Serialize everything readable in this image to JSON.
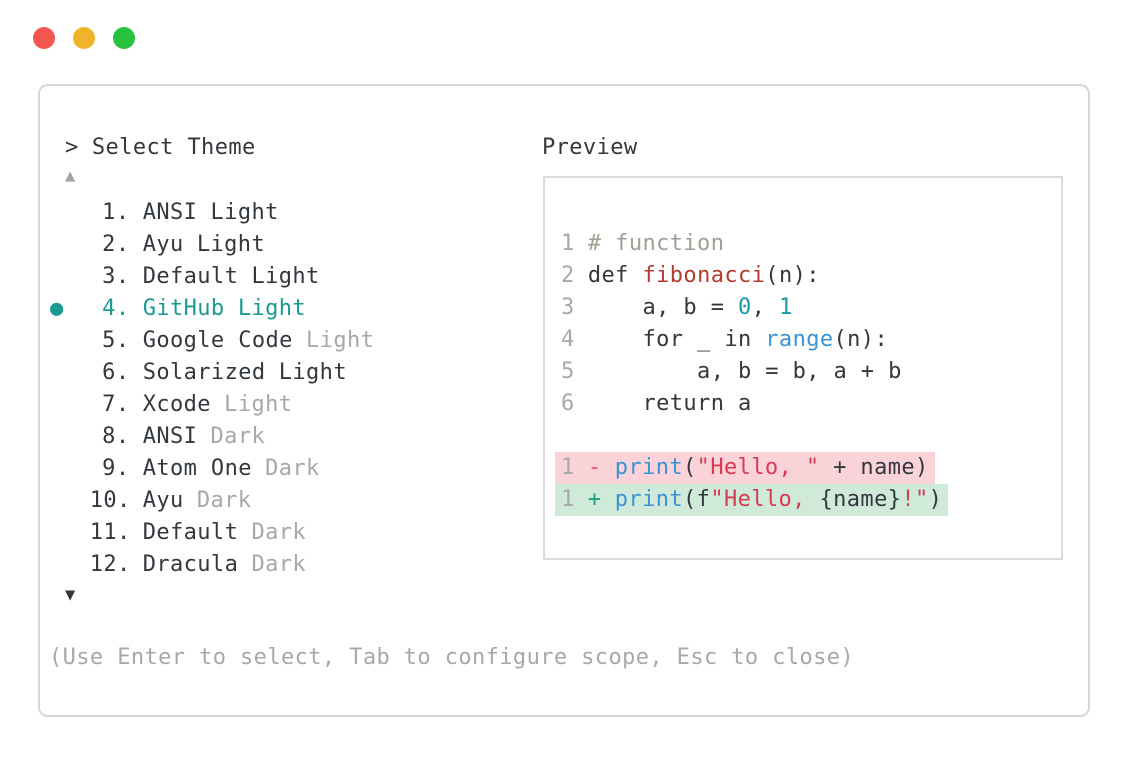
{
  "traffic_lights": {
    "red": "#f4574f",
    "yellow": "#f0b42a",
    "green": "#28c33e"
  },
  "colors": {
    "text": "#33383e",
    "muted": "#a6a8aa",
    "accent_teal": "#1a9a90",
    "comment": "#9aa294",
    "function_red": "#b13c31",
    "number_teal": "#1898a8",
    "blue": "#3b93d4",
    "string_red": "#d93a52",
    "plus_green": "#18a07b",
    "minus_red": "#e05a64",
    "added_bg": "#d0ead9",
    "removed_bg": "#f9d3d8",
    "border": "#d5d7da",
    "panel_border": "#d9dbde",
    "arrow_muted": "#a2a5a8"
  },
  "theme_picker": {
    "prompt_marker": ">",
    "title": "Select Theme",
    "scroll_up_icon": "▲",
    "scroll_down_icon": "▼",
    "selected_bullet": "●",
    "items": [
      {
        "number": "1.",
        "name": "ANSI",
        "variant": "Light",
        "variant_muted": false,
        "selected": false
      },
      {
        "number": "2.",
        "name": "Ayu",
        "variant": "Light",
        "variant_muted": false,
        "selected": false
      },
      {
        "number": "3.",
        "name": "Default",
        "variant": "Light",
        "variant_muted": false,
        "selected": false
      },
      {
        "number": "4.",
        "name": "GitHub",
        "variant": "Light",
        "variant_muted": false,
        "selected": true
      },
      {
        "number": "5.",
        "name": "Google Code",
        "variant": "Light",
        "variant_muted": true,
        "selected": false
      },
      {
        "number": "6.",
        "name": "Solarized",
        "variant": "Light",
        "variant_muted": false,
        "selected": false
      },
      {
        "number": "7.",
        "name": "Xcode",
        "variant": "Light",
        "variant_muted": true,
        "selected": false
      },
      {
        "number": "8.",
        "name": "ANSI",
        "variant": "Dark",
        "variant_muted": true,
        "selected": false
      },
      {
        "number": "9.",
        "name": "Atom One",
        "variant": "Dark",
        "variant_muted": true,
        "selected": false
      },
      {
        "number": "10.",
        "name": "Ayu",
        "variant": "Dark",
        "variant_muted": true,
        "selected": false
      },
      {
        "number": "11.",
        "name": "Default",
        "variant": "Dark",
        "variant_muted": true,
        "selected": false
      },
      {
        "number": "12.",
        "name": "Dracula",
        "variant": "Dark",
        "variant_muted": true,
        "selected": false
      }
    ],
    "footer_hint": "(Use Enter to select, Tab to configure scope, Esc to close)"
  },
  "preview": {
    "title": "Preview",
    "code_lines": [
      {
        "ln": "1",
        "tokens": [
          {
            "text": "# function",
            "style": "comment"
          }
        ]
      },
      {
        "ln": "2",
        "tokens": [
          {
            "text": "def ",
            "style": "plain"
          },
          {
            "text": "fibonacci",
            "style": "function"
          },
          {
            "text": "(n):",
            "style": "plain"
          }
        ]
      },
      {
        "ln": "3",
        "tokens": [
          {
            "text": "    a, b = ",
            "style": "plain"
          },
          {
            "text": "0",
            "style": "number"
          },
          {
            "text": ", ",
            "style": "plain"
          },
          {
            "text": "1",
            "style": "number"
          }
        ]
      },
      {
        "ln": "4",
        "tokens": [
          {
            "text": "    for _ in ",
            "style": "plain"
          },
          {
            "text": "range",
            "style": "blue"
          },
          {
            "text": "(n):",
            "style": "plain"
          }
        ]
      },
      {
        "ln": "5",
        "tokens": [
          {
            "text": "        a, b = b, a + b",
            "style": "plain"
          }
        ]
      },
      {
        "ln": "6",
        "tokens": [
          {
            "text": "    return a",
            "style": "plain"
          }
        ]
      }
    ],
    "diff_lines": [
      {
        "ln": "1",
        "kind": "removed",
        "marker": "-",
        "tokens": [
          {
            "text": "print",
            "style": "blue"
          },
          {
            "text": "(",
            "style": "plain"
          },
          {
            "text": "\"Hello, \"",
            "style": "string"
          },
          {
            "text": " + name)",
            "style": "plain"
          }
        ]
      },
      {
        "ln": "1",
        "kind": "added",
        "marker": "+",
        "tokens": [
          {
            "text": "print",
            "style": "blue"
          },
          {
            "text": "(f",
            "style": "plain"
          },
          {
            "text": "\"Hello, ",
            "style": "string"
          },
          {
            "text": "{name}",
            "style": "plain"
          },
          {
            "text": "!\"",
            "style": "string"
          },
          {
            "text": ")",
            "style": "plain"
          }
        ]
      }
    ]
  }
}
